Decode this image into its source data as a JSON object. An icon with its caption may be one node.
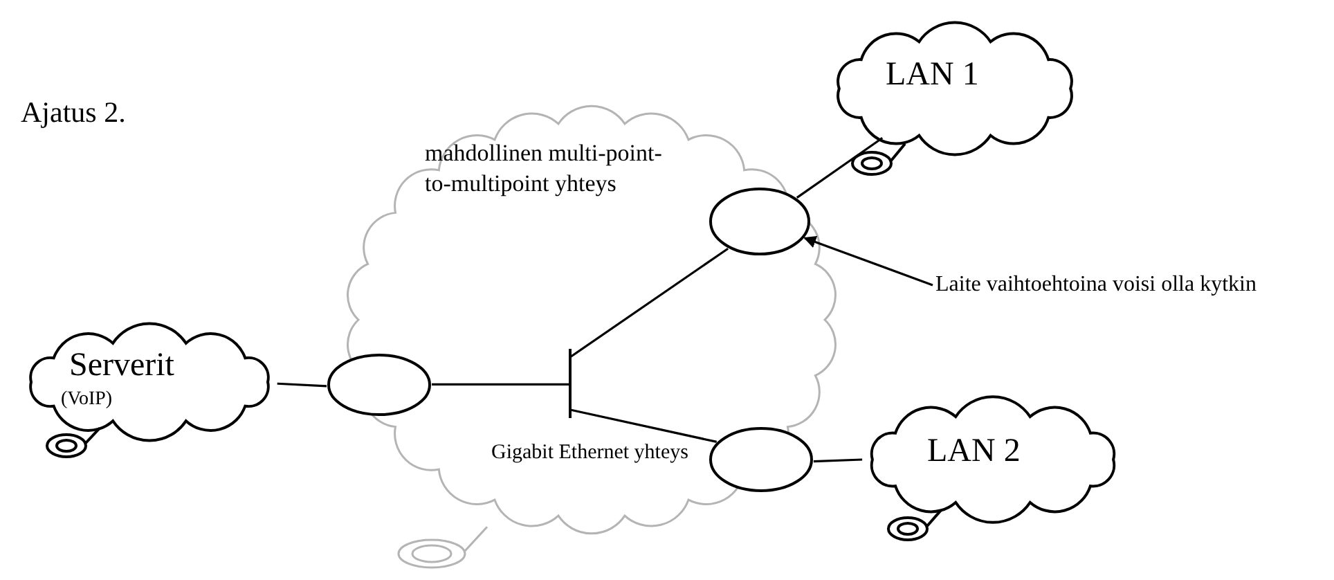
{
  "diagram": {
    "title": "Ajatus 2.",
    "nodes": [
      {
        "text": [
          "mahdollinen multi-point-to-multipoint yhteys",
          "Gigabit Ethernet yhteys"
        ]
      },
      {
        "text": [
          "Serverit",
          "(VoIP)"
        ]
      },
      {
        "text": [],
        "shape": "ellipse"
      },
      {
        "text": [],
        "shape": "bar",
        "in": 0
      },
      {
        "text": [],
        "shape": "ellipse",
        "in": 0
      },
      {
        "text": [],
        "shape": "ellipse",
        "in": 0
      },
      {
        "text": [
          "LAN 1"
        ]
      },
      {
        "text": [
          "LAN 2"
        ]
      },
      {
        "text": [
          "Laite vaihtoehtoina voisi olla kytkin"
        ]
      }
    ],
    "edges": [
      {
        "from": 1,
        "to": 2,
        "arrow": "none"
      },
      {
        "from": 2,
        "to": 3,
        "arrow": "none"
      },
      {
        "from": 3,
        "to": 4,
        "arrow": "none"
      },
      {
        "from": 3,
        "to": 5,
        "arrow": "none"
      },
      {
        "from": 4,
        "to": 6,
        "arrow": "none"
      },
      {
        "from": 5,
        "to": 7,
        "arrow": "none"
      },
      {
        "from": 8,
        "to": 4,
        "arrow": "to"
      }
    ]
  }
}
